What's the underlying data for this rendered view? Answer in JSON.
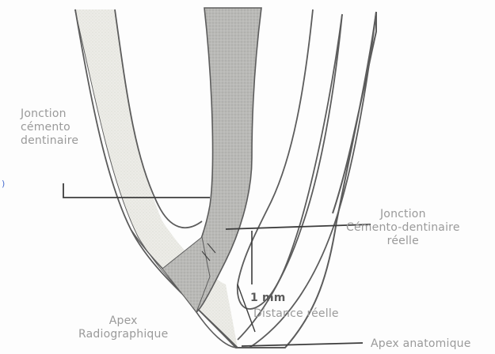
{
  "labels": {
    "left_mark": ")",
    "jcd_left": [
      "Jonction",
      "cémento",
      "dentinaire"
    ],
    "jcd_right": [
      "Jonction",
      "Cémento-dentinaire",
      "réelle"
    ],
    "mm": "1 mm",
    "distance": "Distance réelle",
    "apex_radio": [
      "Apex",
      "Radiographique"
    ],
    "apex_anat": "Apex anatomique"
  },
  "colors": {
    "outline": "#5c5c5c",
    "dentin_fill": "#e9e9e4",
    "filling_fill": "#b7b7b7",
    "line": "#3c3c3c"
  }
}
